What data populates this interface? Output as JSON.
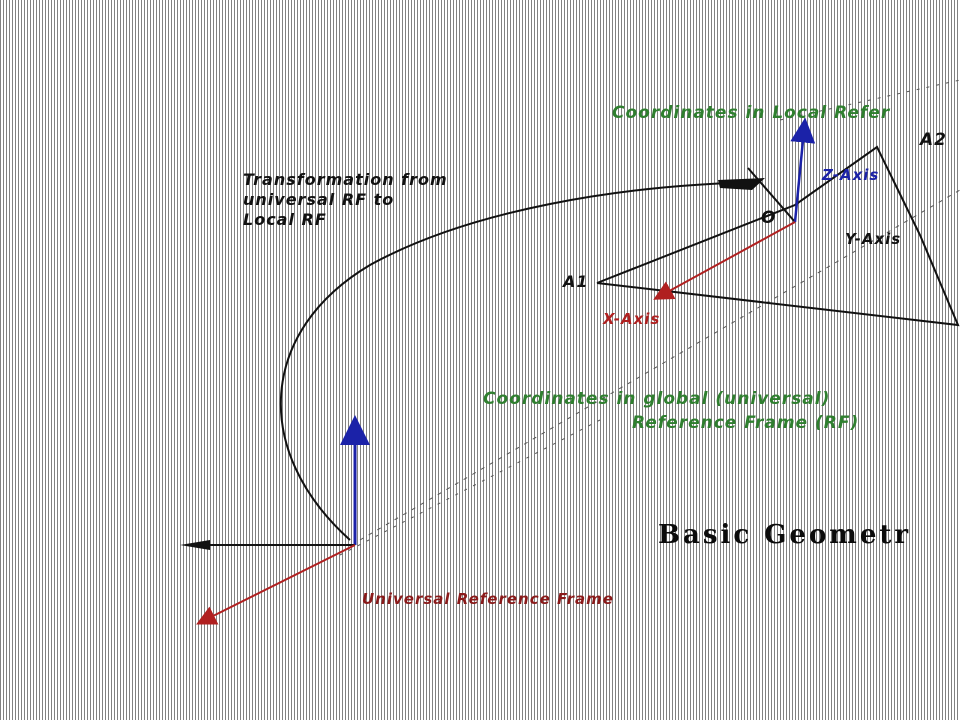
{
  "labels": {
    "local_coords": "Coordinates in Local Refer",
    "point_a2": "A2",
    "transformation_line1": "Transformation from",
    "transformation_line2": "universal  RF to",
    "transformation_line3": "Local RF",
    "origin": "O",
    "z_axis": "Z-Axis",
    "y_axis": "Y-Axis",
    "point_a1": "A1",
    "x_axis": "X-Axis",
    "global_coords_line1": "Coordinates in global (universal)",
    "global_coords_line2": "Reference Frame (RF)",
    "main_title": "Basic Geometr",
    "universal_rf": "Universal Reference Frame"
  },
  "colors": {
    "green_text": "#2f7f2f",
    "red_axis": "#b02020",
    "blue_axis": "#1b22a8",
    "black_line": "#111111"
  }
}
